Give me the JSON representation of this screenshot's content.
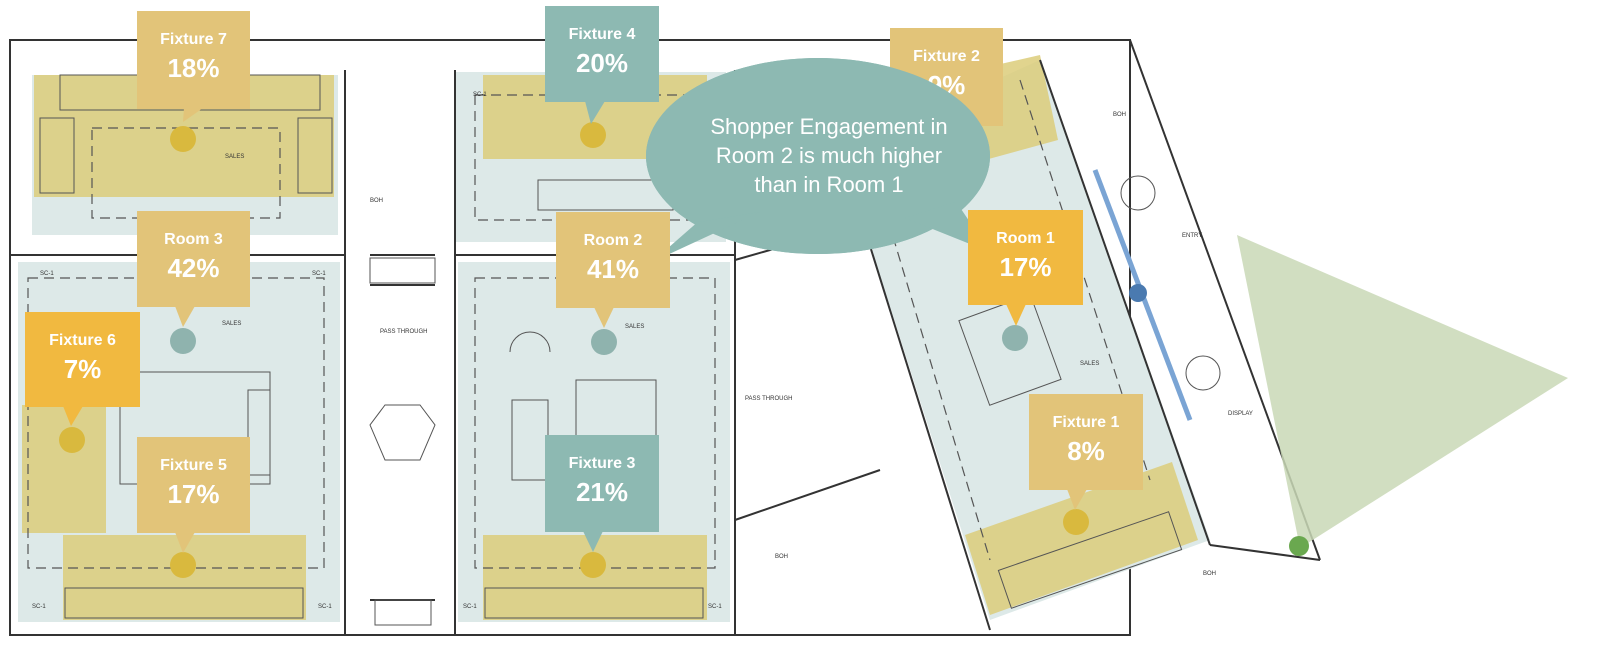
{
  "callouts": {
    "fixture7": {
      "name": "Fixture 7",
      "pct": "18%"
    },
    "fixture4": {
      "name": "Fixture 4",
      "pct": "20%"
    },
    "fixture2": {
      "name": "Fixture 2",
      "pct": "9%"
    },
    "room3": {
      "name": "Room 3",
      "pct": "42%"
    },
    "room2": {
      "name": "Room 2",
      "pct": "41%"
    },
    "room1": {
      "name": "Room 1",
      "pct": "17%"
    },
    "fixture6": {
      "name": "Fixture 6",
      "pct": "7%"
    },
    "fixture5": {
      "name": "Fixture 5",
      "pct": "17%"
    },
    "fixture3": {
      "name": "Fixture 3",
      "pct": "21%"
    },
    "fixture1": {
      "name": "Fixture 1",
      "pct": "8%"
    }
  },
  "bubble": {
    "line1": "Shopper Engagement in",
    "line2": "Room 2 is much higher",
    "line3": "than in Room 1"
  },
  "plan_labels": {
    "sales": "SALES",
    "boh": "BOH",
    "pass_through": "PASS THROUGH",
    "entry": "ENTRY",
    "display": "DISPLAY",
    "sc1": "SC-1"
  },
  "colors": {
    "tan": "#e2c479",
    "orange": "#f1b940",
    "teal": "#8db9b2",
    "room_fill": "#dde9e8",
    "fixture_fill": "#dccd7a",
    "dot_gold": "#d9b93e",
    "dot_teal": "#8fb3ae",
    "sensor_green": "#c9d8b6"
  }
}
